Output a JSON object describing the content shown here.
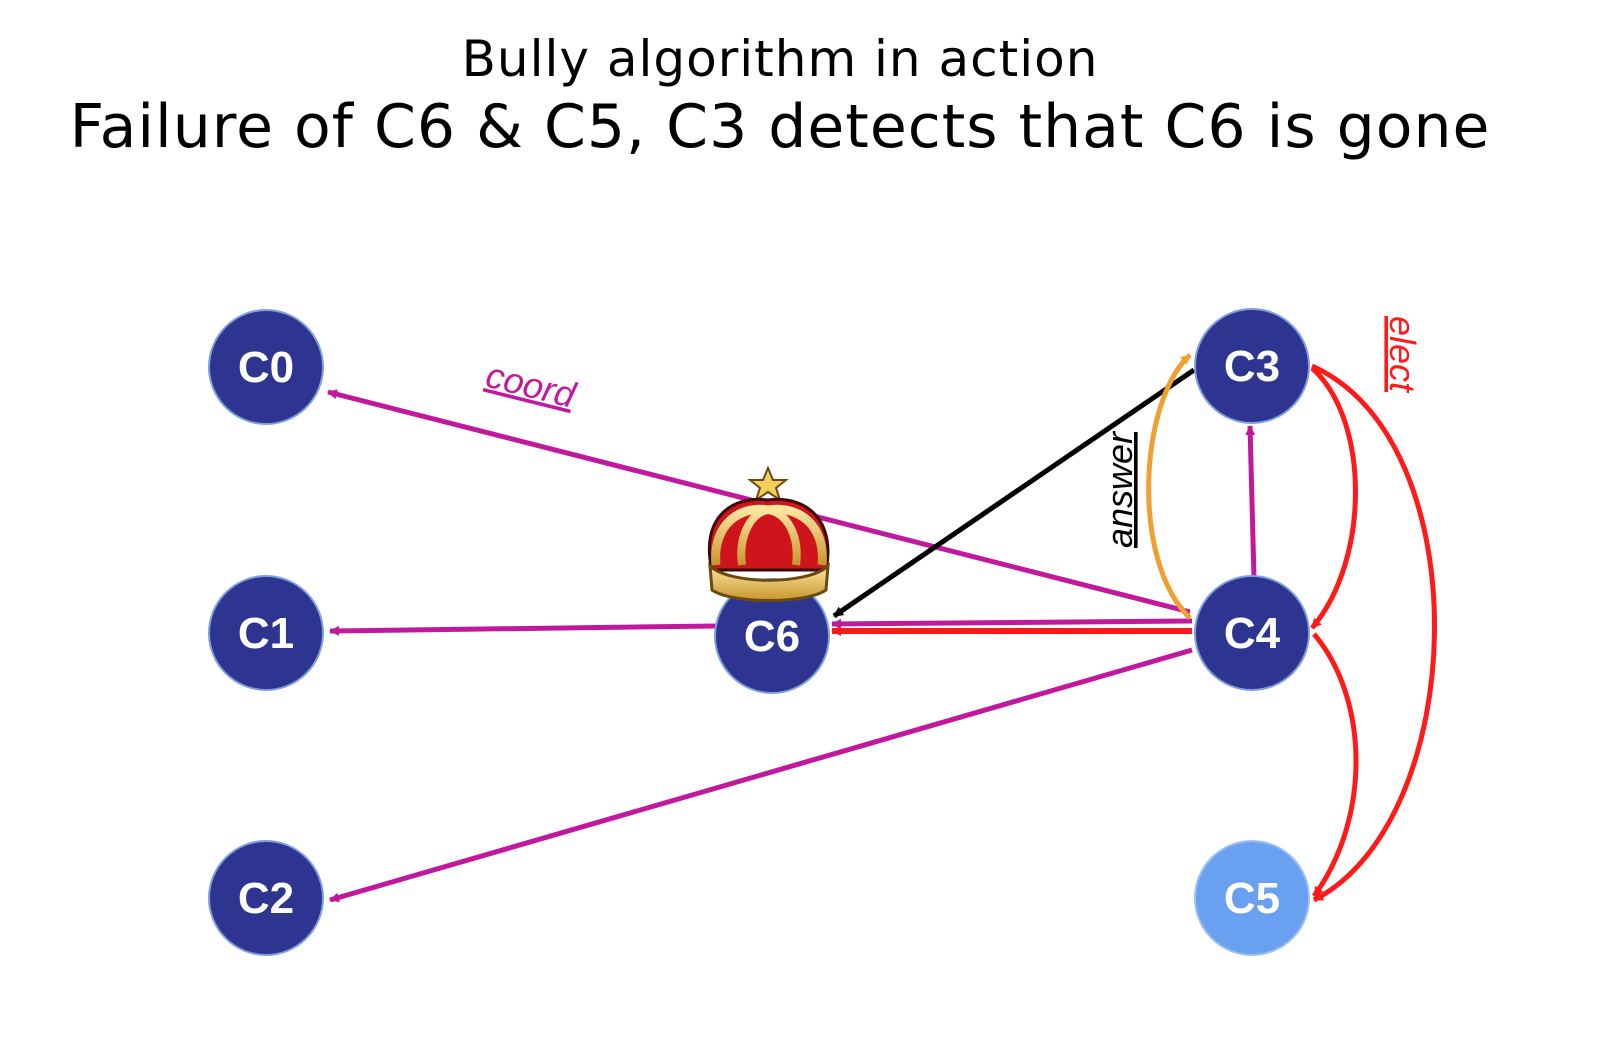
{
  "title": {
    "line1": "Bully algorithm in action",
    "line2": "Failure of C6 & C5, C3 detects that C6 is gone"
  },
  "colors": {
    "node_active": "#2e3590",
    "node_failed": "#6aa0f0",
    "coord": "#c2189e",
    "elect": "#ff1a1a",
    "answer": "#000000",
    "orange": "#f0a030"
  },
  "nodes": {
    "c0": "C0",
    "c1": "C1",
    "c2": "C2",
    "c3": "C3",
    "c4": "C4",
    "c5": "C5",
    "c6": "C6"
  },
  "labels": {
    "coord": "coord",
    "answer": "answer",
    "elect": "elect"
  },
  "icons": {
    "crown": "crown-icon"
  }
}
